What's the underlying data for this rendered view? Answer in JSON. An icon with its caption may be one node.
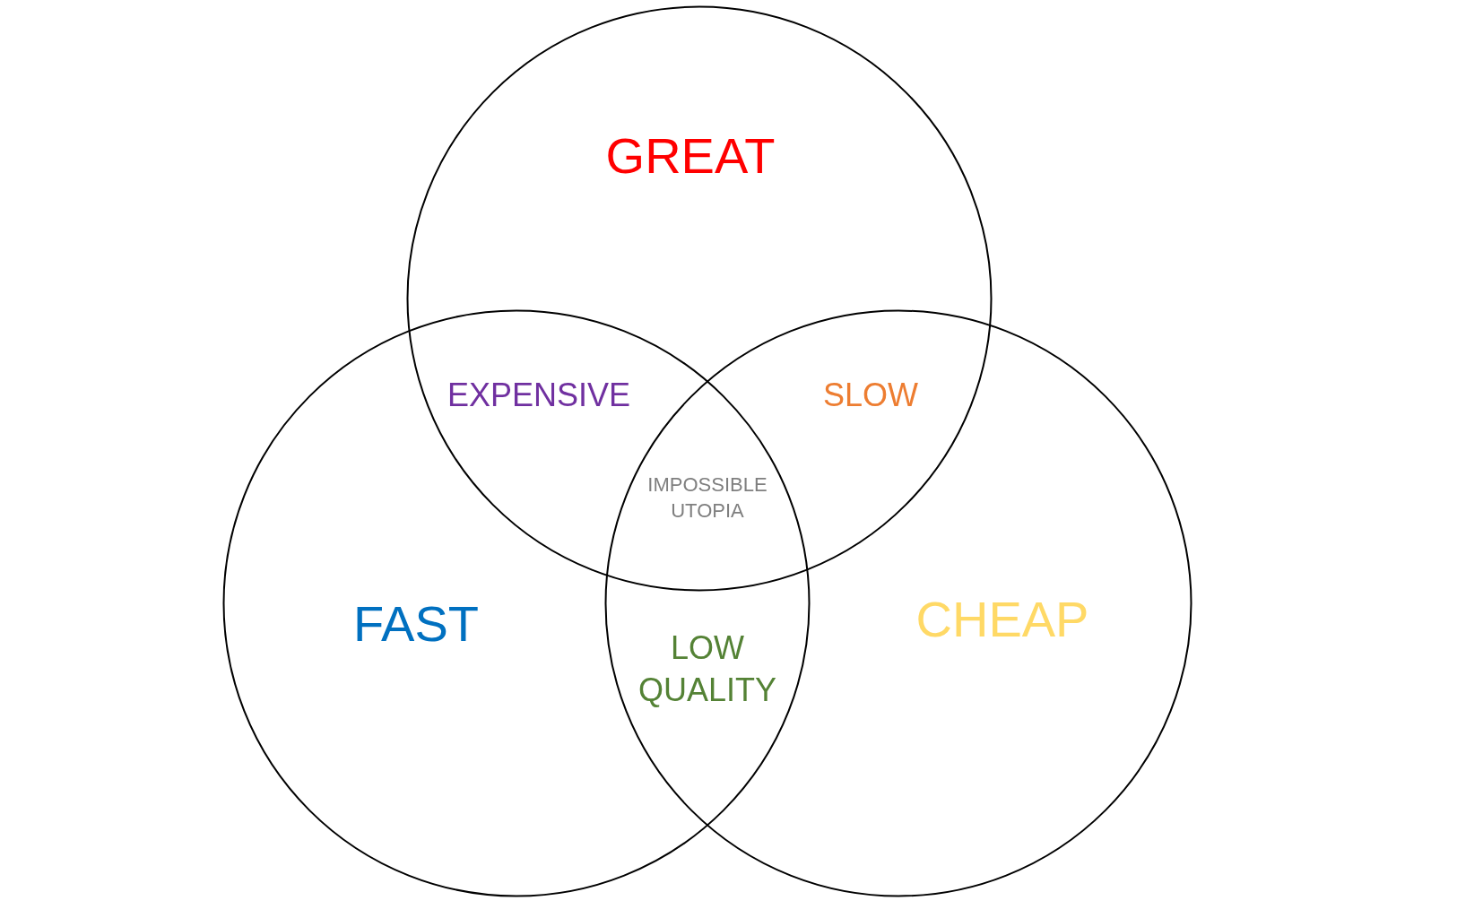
{
  "diagram": {
    "nodes": [
      {
        "text": [
          "GREAT"
        ]
      },
      {
        "text": [
          "FAST"
        ]
      },
      {
        "text": [
          "CHEAP"
        ]
      }
    ],
    "labels": [
      "EXPENSIVE",
      "SLOW",
      "IMPOSSIBLE UTOPIA",
      "LOW QUALITY"
    ]
  }
}
